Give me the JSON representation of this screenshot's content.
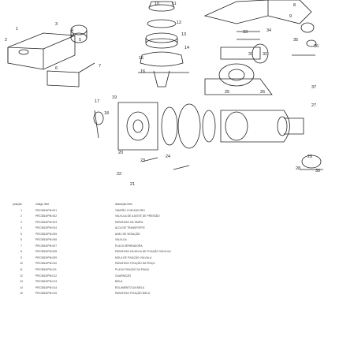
{
  "diagram": {
    "callouts": [
      "1",
      "2",
      "3",
      "4",
      "5",
      "6",
      "7",
      "8",
      "9",
      "10",
      "11",
      "12",
      "13",
      "14",
      "15",
      "16",
      "17",
      "18",
      "19",
      "20",
      "21",
      "22",
      "23",
      "24",
      "25",
      "26",
      "27",
      "28",
      "29",
      "30",
      "31",
      "32",
      "33",
      "34",
      "35",
      "36",
      "37"
    ]
  },
  "parts_table": {
    "headers": {
      "position": "posição",
      "code": "código item",
      "description": "descrição item"
    },
    "rows": [
      {
        "pos": "1",
        "code": "PRC3815/PM.001",
        "desc": "TAMPÃO COM ANCORO"
      },
      {
        "pos": "2",
        "code": "PRC3815/PM.002",
        "desc": "VÁLVULA DE AJUSTE DE PRESSÃO"
      },
      {
        "pos": "3",
        "code": "PRC3815/PM.003",
        "desc": "PARAFUSO DA TAMPA"
      },
      {
        "pos": "4",
        "code": "PRC3815/PM.004",
        "desc": "ALCA DE TRANSPORTE"
      },
      {
        "pos": "5",
        "code": "PRC3815/PM.005",
        "desc": "ANEL DE VEDAÇÃO"
      },
      {
        "pos": "6",
        "code": "PRC3815/PM.006",
        "desc": "VÁLVULA"
      },
      {
        "pos": "7",
        "code": "PRC3815/PM.007",
        "desc": "PLACA SEPARADORA"
      },
      {
        "pos": "8",
        "code": "PRC3815/PM.008",
        "desc": "PARAFUSO DA MOLA DE FIXAÇÃO VÁLVULA"
      },
      {
        "pos": "9",
        "code": "PRC3815/PM.009",
        "desc": "MOLA DE FIXAÇÃO VÁLVULA"
      },
      {
        "pos": "10",
        "code": "PRC3815/PM.010",
        "desc": "PARAFUSO FIXAÇÃO DA PINÇA"
      },
      {
        "pos": "11",
        "code": "PRC3815/PM.011",
        "desc": "PLACA FIXAÇÃO DA PINÇA"
      },
      {
        "pos": "12",
        "code": "PRC3815/PM.012",
        "desc": "GUARNIÇÃO"
      },
      {
        "pos": "13",
        "code": "PRC3815/PM.013",
        "desc": "BIELA"
      },
      {
        "pos": "14",
        "code": "PRC3815/PM.014",
        "desc": "ROLAMENTO DA BIELA"
      },
      {
        "pos": "15",
        "code": "PRC3815/PM.015",
        "desc": "PARAFUSO FIXAÇÃO BIELA"
      }
    ]
  }
}
